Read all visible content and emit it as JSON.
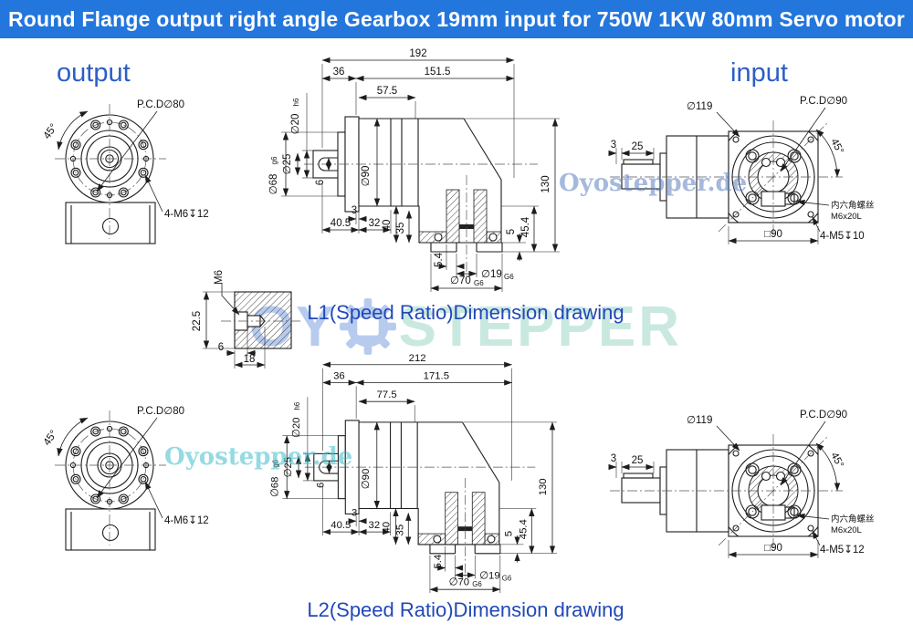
{
  "header": {
    "title": "Round Flange output right angle Gearbox 19mm input for 750W 1KW 80mm Servo motor"
  },
  "section_labels": {
    "output": "output",
    "input": "input"
  },
  "captions": {
    "l1": "L1(Speed Ratio)Dimension drawing",
    "l2": "L2(Speed Ratio)Dimension drawing"
  },
  "watermark": {
    "site": "Oyostepper.de",
    "logo_left": "OY",
    "logo_right": "STEPPER"
  },
  "colors": {
    "header_bg": "#2376dc",
    "header_fg": "#ffffff",
    "label_blue": "#2c5ec6",
    "caption_blue": "#2148b8",
    "wm_blue": "#5d7fc0",
    "wm_teal": "#3fbccb",
    "line": "#1d1d1d",
    "logo_blue": "#b7cbee",
    "logo_teal": "#c9e8e0"
  },
  "output_view": {
    "pcd": "P.C.D∅80",
    "angle": "45°",
    "screws": "4-M6↧12"
  },
  "input_view": {
    "dia": "∅119",
    "pcd": "P.C.D∅90",
    "step": "3",
    "shaft": "25",
    "angle": "45°",
    "note_cn": "内六角螺丝",
    "note_size": "M6x20L",
    "square": "□90",
    "screws_l1": "4-M5↧10",
    "screws_l2": "4-M5↧12"
  },
  "side_l1": {
    "overall": "192",
    "front": "36",
    "body": "151.5",
    "gear": "57.5",
    "shaft_dia": "∅20",
    "shaft_fit": "h6",
    "hub_dia": "∅25",
    "key_w": "6",
    "spigot_dia": "∅68",
    "spigot_fit": "g6",
    "body_dia": "∅90",
    "step": "3",
    "front_len": "40.5",
    "seg": "32",
    "h40": "40",
    "h35": "35",
    "off": "5.4",
    "bore_dia": "∅19",
    "bore_fit": "G6",
    "flange_dia": "∅70",
    "flange_fit": "G6",
    "lip": "5",
    "h454": "45.4",
    "height": "130"
  },
  "side_l2": {
    "overall": "212",
    "front": "36",
    "body": "171.5",
    "gear": "77.5",
    "shaft_dia": "∅20",
    "shaft_fit": "h6",
    "hub_dia": "∅25",
    "key_w": "6",
    "spigot_dia": "∅68",
    "spigot_fit": "g6",
    "body_dia": "∅90",
    "step": "3",
    "front_len": "40.5",
    "seg": "32",
    "h40": "40",
    "h35": "35",
    "off": "5.4",
    "bore_dia": "∅19",
    "bore_fit": "G6",
    "flange_dia": "∅70",
    "flange_fit": "G6",
    "lip": "5",
    "h454": "45.4",
    "height": "130"
  },
  "detail": {
    "thread": "M6",
    "height": "22.5",
    "depth1": "6",
    "depth2": "18"
  }
}
